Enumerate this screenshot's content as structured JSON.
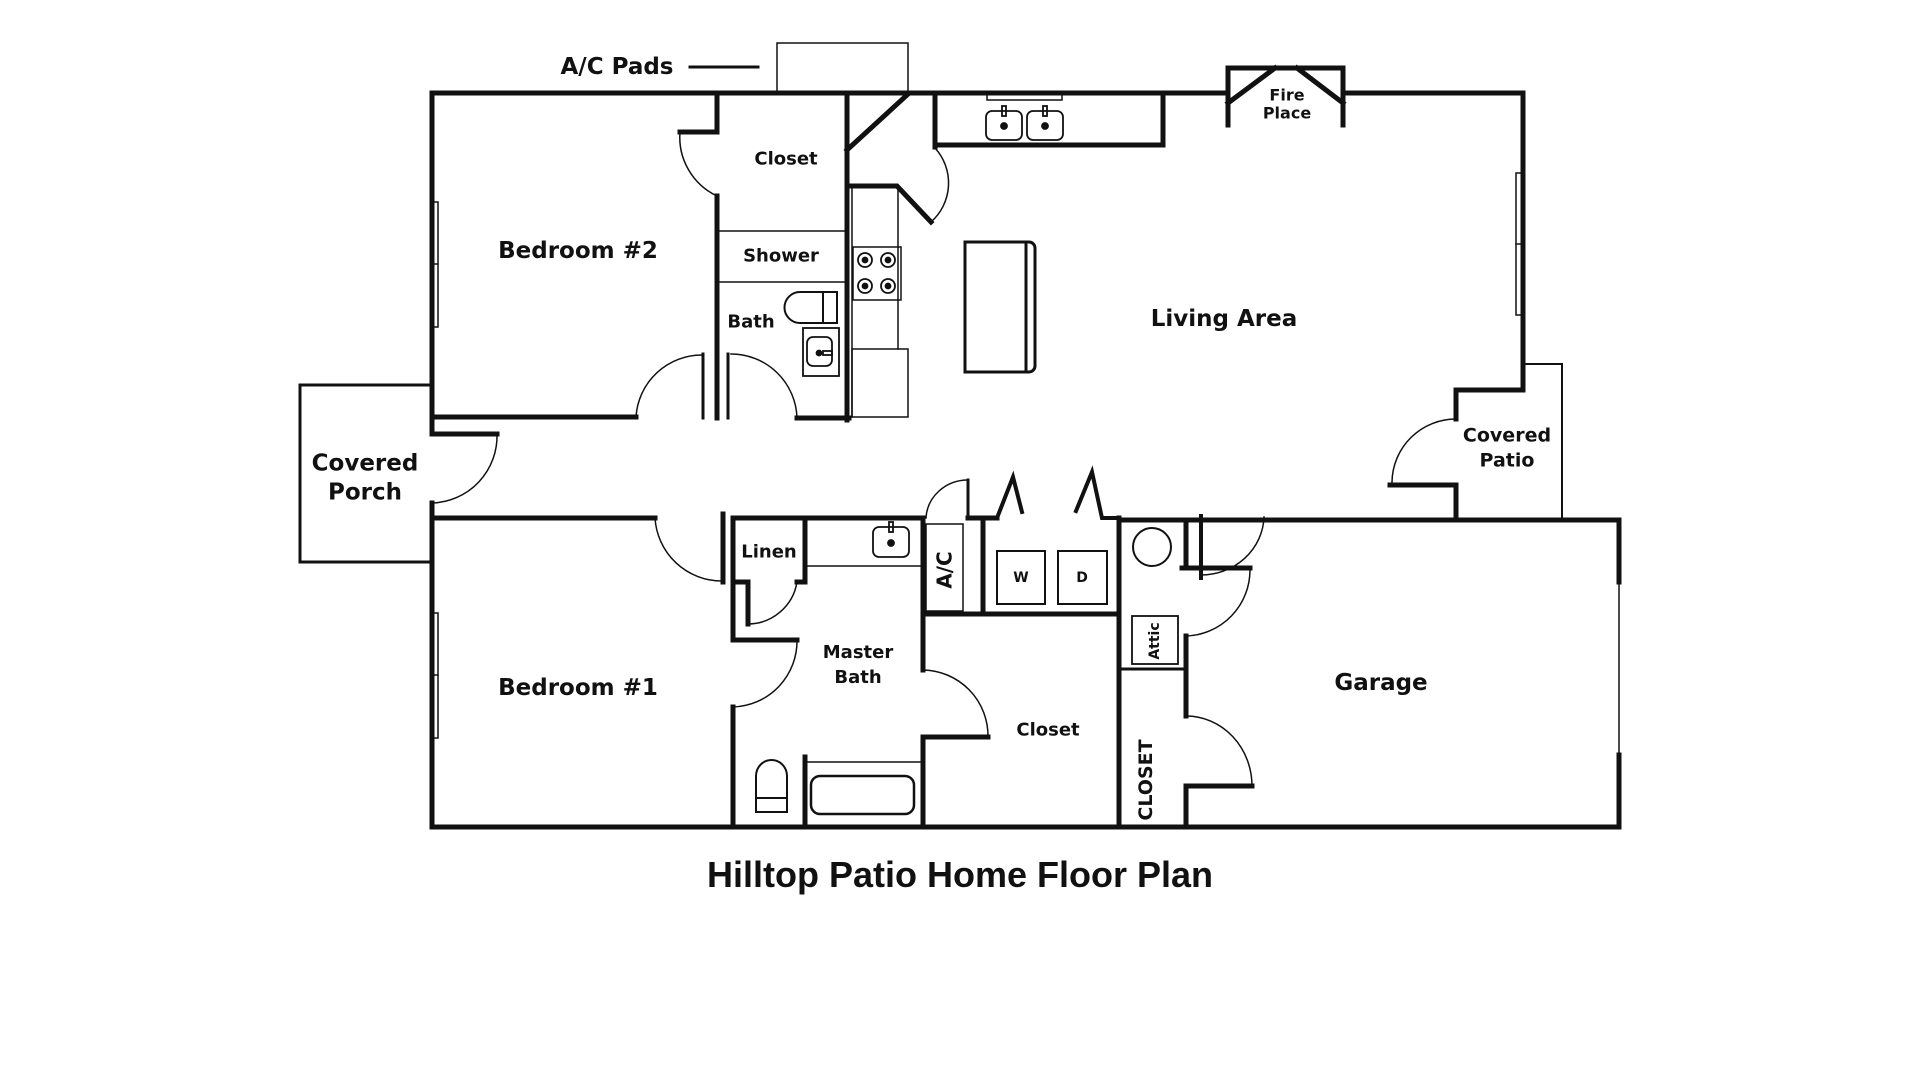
{
  "plan": {
    "title": "Hilltop Patio Home Floor Plan",
    "wall_color": "#111111",
    "background": "#ffffff"
  },
  "rooms": {
    "bedroom2": "Bedroom #2",
    "bedroom1": "Bedroom #1",
    "closet_bed2": "Closet",
    "shower": "Shower",
    "bath": "Bath",
    "living_area": "Living Area",
    "covered_porch_line1": "Covered",
    "covered_porch_line2": "Porch",
    "covered_patio_line1": "Covered",
    "covered_patio_line2": "Patio",
    "fireplace_line1": "Fire",
    "fireplace_line2": "Place",
    "linen": "Linen",
    "master_bath_line1": "Master",
    "master_bath_line2": "Bath",
    "master_closet": "Closet",
    "ac_closet": "A/C",
    "washer": "W",
    "dryer": "D",
    "attic": "Attic",
    "garage_closet": "CLOSET",
    "garage": "Garage"
  },
  "annotations": {
    "ac_pads": "A/C Pads"
  }
}
